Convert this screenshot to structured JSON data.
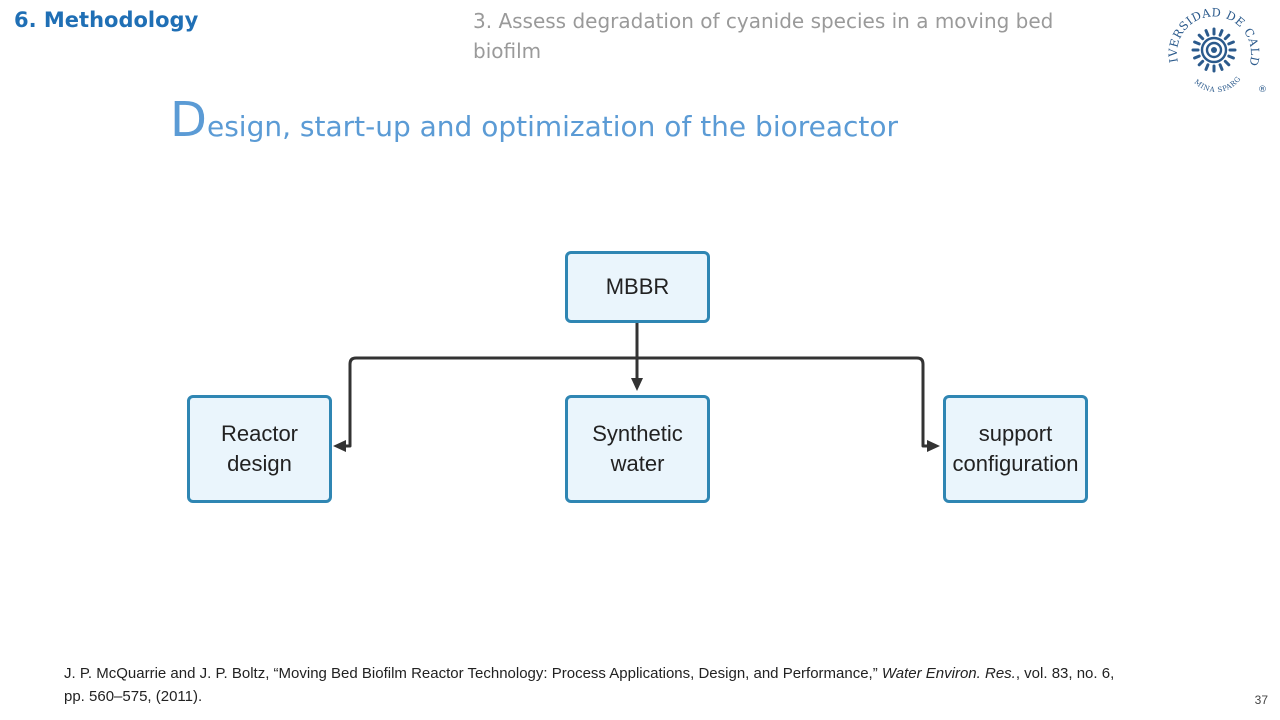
{
  "header": {
    "section": "6. Methodology",
    "objective": "3. Assess degradation of cyanide species in a moving bed biofilm"
  },
  "title": {
    "initial": "D",
    "rest": "esign, start-up and optimization of the bioreactor"
  },
  "logo": {
    "text_top": "UNIVERSIDAD DE CALDAS",
    "text_bottom": "LUMINA SPARGO",
    "registered": "®",
    "color": "#2b5a8c"
  },
  "diagram": {
    "nodes": [
      {
        "id": "mbbr",
        "label": "MBBR"
      },
      {
        "id": "reactor",
        "label": "Reactor\ndesign"
      },
      {
        "id": "water",
        "label": "Synthetic\nwater"
      },
      {
        "id": "support",
        "label": "support\nconfiguration"
      }
    ],
    "edges": [
      {
        "from": "mbbr",
        "to": "reactor"
      },
      {
        "from": "mbbr",
        "to": "water"
      },
      {
        "from": "mbbr",
        "to": "support"
      }
    ],
    "colors": {
      "border": "#2f86b3",
      "fill": "#eaf5fc",
      "connector": "#333333"
    }
  },
  "reference": {
    "text_plain": "J. P. McQuarrie and J. P. Boltz, “Moving Bed Biofilm Reactor Technology: Process Applications, Design, and Performance,” ",
    "journal": "Water Environ. Res.",
    "details": ", vol. 83, no. 6, pp. 560–575, (2011)."
  },
  "page_number": "37"
}
